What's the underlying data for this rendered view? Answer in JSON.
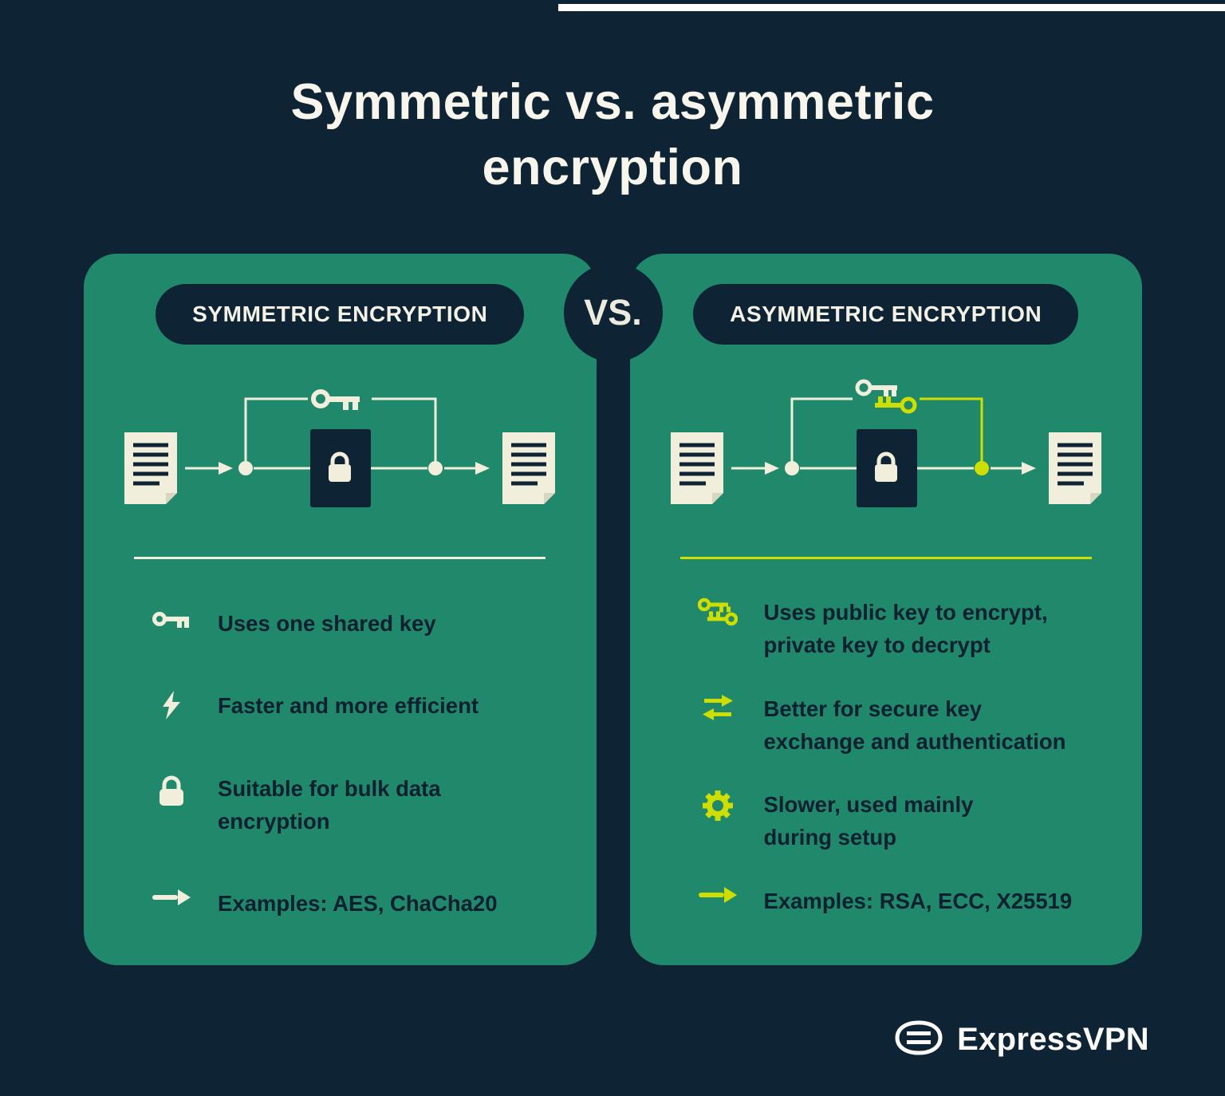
{
  "title": "Symmetric vs. asymmetric\nencryption",
  "vs_badge": "VS.",
  "panels": {
    "left": {
      "header": "SYMMETRIC ENCRYPTION",
      "diagram": "document-key-lock-document-flow",
      "bullets": [
        {
          "icon": "key-icon",
          "text": "Uses one shared key"
        },
        {
          "icon": "lightning-icon",
          "text": "Faster and more efficient"
        },
        {
          "icon": "lock-icon",
          "text": "Suitable for bulk data\nencryption"
        },
        {
          "icon": "arrow-right-icon",
          "text": "Examples: AES, ChaCha20"
        }
      ]
    },
    "right": {
      "header": "ASYMMETRIC ENCRYPTION",
      "diagram": "document-dual-key-lock-document-flow",
      "bullets": [
        {
          "icon": "double-key-icon",
          "text": "Uses public key to encrypt,\nprivate key to decrypt"
        },
        {
          "icon": "exchange-arrows-icon",
          "text": "Better for secure key\nexchange and authentication"
        },
        {
          "icon": "gear-icon",
          "text": "Slower, used mainly\nduring setup"
        },
        {
          "icon": "arrow-right-icon",
          "text": "Examples: RSA, ECC, X25519"
        }
      ]
    }
  },
  "footer": {
    "brand": "ExpressVPN"
  },
  "colors": {
    "background": "#0E2434",
    "panel_green": "#20886B",
    "lime_accent": "#CDDE00",
    "cream": "#F1EEDC",
    "dark_text": "#0C2030"
  }
}
